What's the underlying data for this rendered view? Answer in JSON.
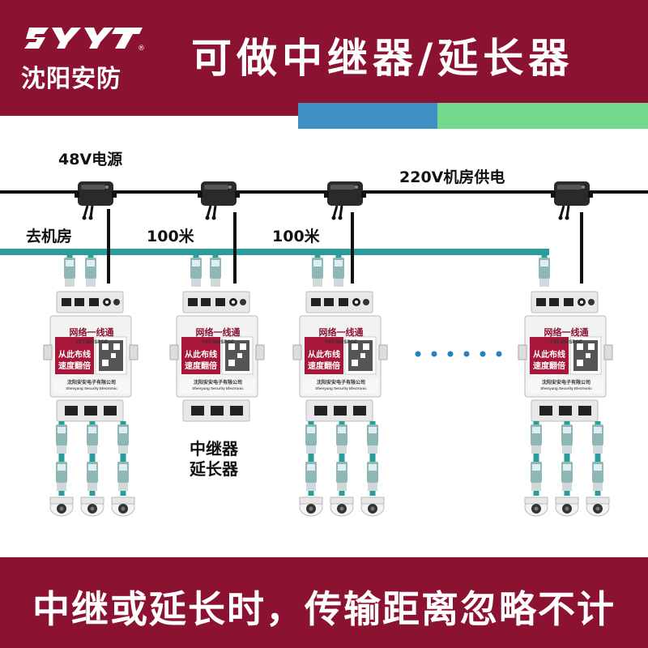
{
  "brand": {
    "logo_letters": "SYYT",
    "registered_mark": "®",
    "company_name": "沈阳安防"
  },
  "headline": "可做中继器/延长器",
  "footer": "中继或延长时，传输距离忽略不计",
  "labels": {
    "power_48v": "48V电源",
    "room_power": "220V机房供电",
    "to_room": "去机房",
    "distance_1": "100米",
    "distance_2": "100米",
    "repeater_line1": "中继器",
    "repeater_line2": "延长器",
    "ellipsis": "......"
  },
  "device": {
    "title": "网络一线通",
    "model": "YXT-800SPOE",
    "slogan1": "从此布线",
    "slogan2": "速度翻倍",
    "maker": "沈阳安安电子有限公司",
    "maker_en": "Shenyang Security Electronic"
  },
  "colors": {
    "brand_red": "#8b1230",
    "cable_teal": "#2a9d9a",
    "stripe_blue": "#3e8fc3",
    "stripe_green": "#71d88c"
  }
}
